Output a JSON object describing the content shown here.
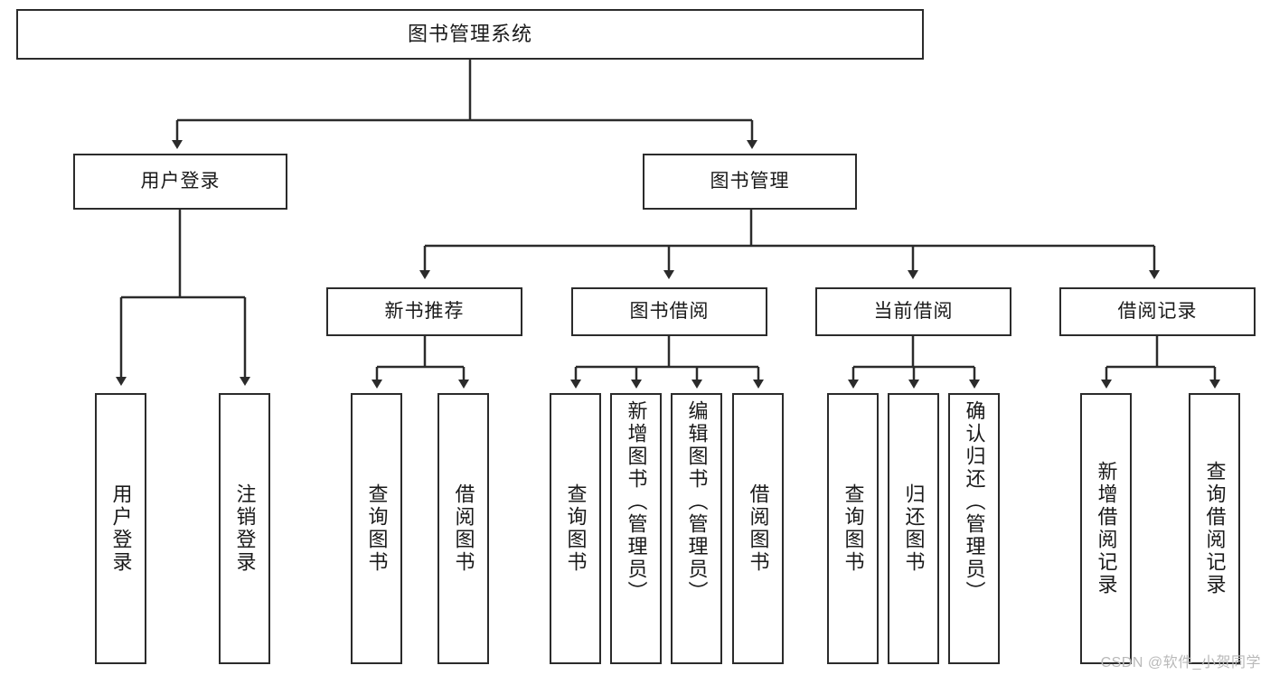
{
  "diagram": {
    "type": "tree-hierarchy",
    "title": "图书管理系统",
    "orientation": "top-down",
    "colors": {
      "stroke": "#2b2b2b",
      "fill": "#ffffff",
      "text": "#1a1a1a",
      "watermark": "#b9b9b9"
    },
    "root": {
      "label": "图书管理系统"
    },
    "level2": [
      {
        "label": "用户登录"
      },
      {
        "label": "图书管理"
      }
    ],
    "level3": [
      {
        "label": "新书推荐"
      },
      {
        "label": "图书借阅"
      },
      {
        "label": "当前借阅"
      },
      {
        "label": "借阅记录"
      }
    ],
    "leaves": {
      "user_login": [
        {
          "label": "用户登录"
        },
        {
          "label": "注销登录"
        }
      ],
      "new_book": [
        {
          "label": "查询图书"
        },
        {
          "label": "借阅图书"
        }
      ],
      "book_borrow": [
        {
          "label": "查询图书"
        },
        {
          "label": "新增图书（管理员）"
        },
        {
          "label": "编辑图书（管理员）"
        },
        {
          "label": "借阅图书"
        }
      ],
      "current_borrow": [
        {
          "label": "查询图书"
        },
        {
          "label": "归还图书"
        },
        {
          "label": "确认归还（管理员）"
        }
      ],
      "borrow_record": [
        {
          "label": "新增借阅记录"
        },
        {
          "label": "查询借阅记录"
        }
      ]
    }
  },
  "watermark": {
    "text": "CSDN @软件_小贺同学"
  }
}
